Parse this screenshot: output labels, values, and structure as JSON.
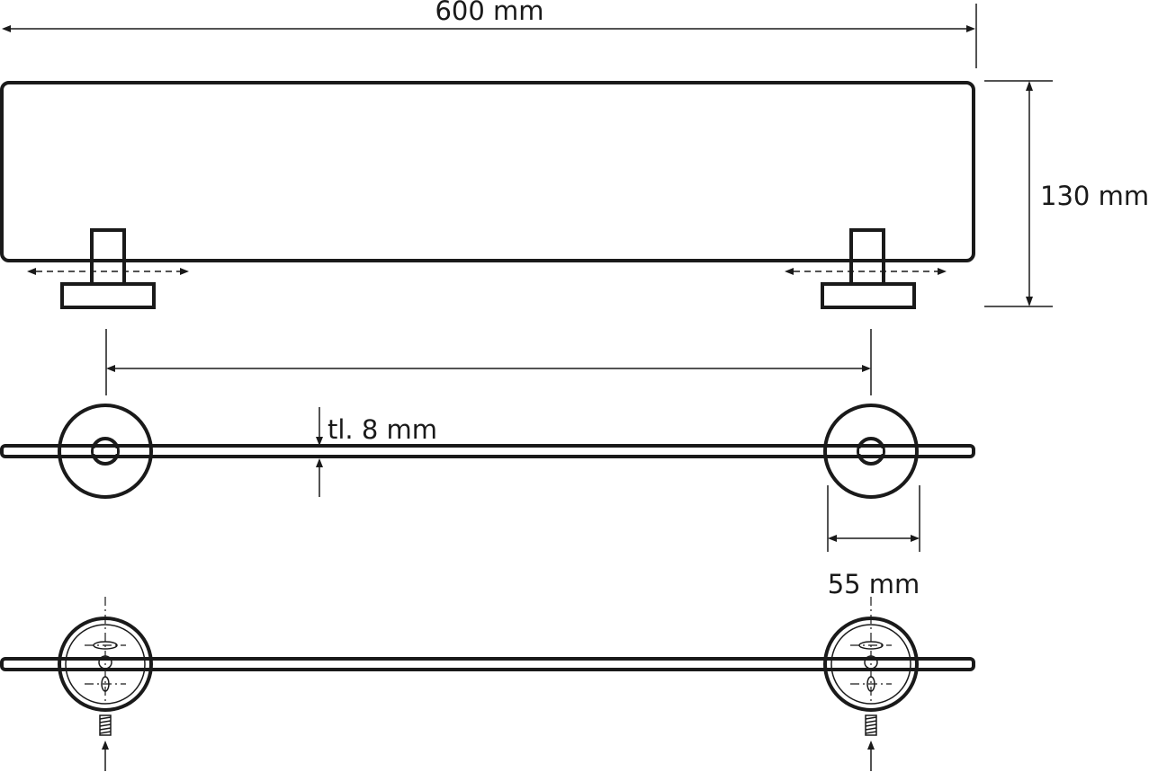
{
  "diagram": {
    "dimensions": {
      "overall_width": "600 mm",
      "height": "130 mm",
      "glass_thickness": "tl. 8 mm",
      "rosette_diameter": "55 mm"
    },
    "colors": {
      "line": "#1a1a1a",
      "background": "#ffffff"
    }
  }
}
